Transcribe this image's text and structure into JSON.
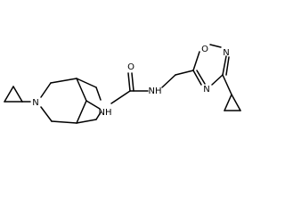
{
  "structure": {
    "atom_labels": {
      "n_bicyclic": "N",
      "nh_amide_left": "NH",
      "nh_amide_right": "NH",
      "o_carbonyl": "O",
      "o_ring": "O",
      "n_ring_top": "N",
      "n_ring_bottom": "N"
    },
    "colors": {
      "bond": "#000000",
      "label": "#000000",
      "background": "#ffffff"
    }
  }
}
